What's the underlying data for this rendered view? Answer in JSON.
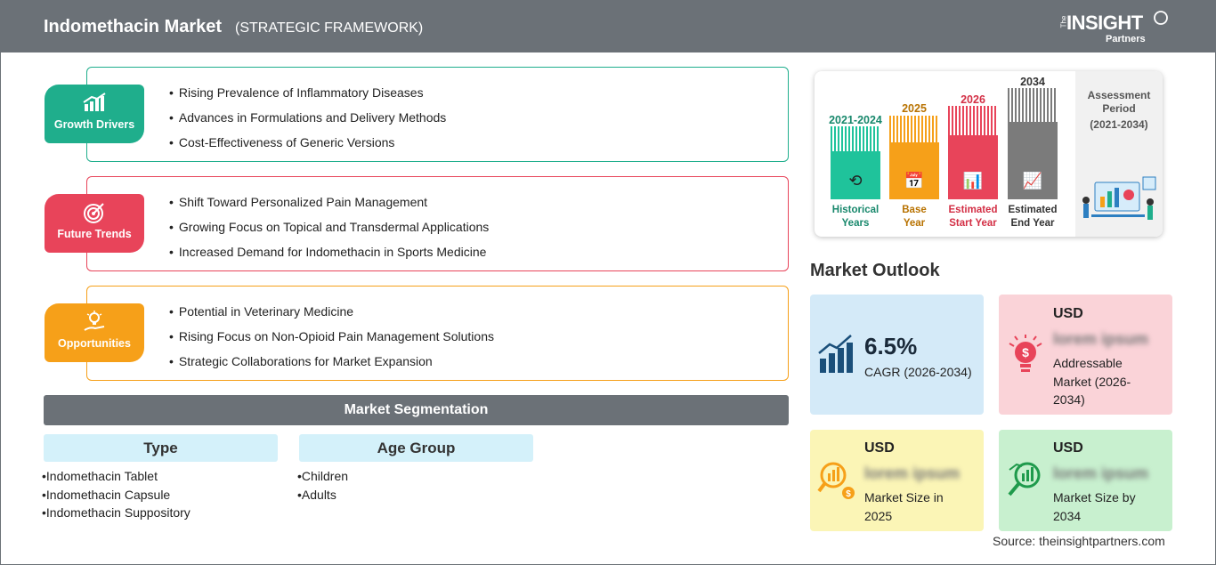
{
  "header": {
    "title": "Indomethacin Market",
    "subtitle": "(STRATEGIC FRAMEWORK)",
    "logo_the": "The",
    "logo_main": "INSIGHT",
    "logo_partners": "Partners"
  },
  "panels": [
    {
      "tag": "Growth Drivers",
      "icon": "growth-chart-icon",
      "color": "#1fae8c",
      "items": [
        "Rising Prevalence of Inflammatory Diseases",
        "Advances in Formulations and Delivery Methods",
        "Cost-Effectiveness of Generic Versions"
      ]
    },
    {
      "tag": "Future Trends",
      "icon": "target-icon",
      "color": "#e8445a",
      "items": [
        "Shift Toward Personalized Pain Management",
        "Growing Focus on Topical and Transdermal Applications",
        "Increased Demand for Indomethacin in Sports Medicine"
      ]
    },
    {
      "tag": "Opportunities",
      "icon": "lightbulb-hand-icon",
      "color": "#f6a019",
      "items": [
        "Potential in Veterinary Medicine",
        "Rising Focus on Non-Opioid Pain Management Solutions",
        "Strategic Collaborations for Market Expansion"
      ]
    }
  ],
  "segmentation": {
    "title": "Market Segmentation",
    "columns": [
      {
        "heading": "Type",
        "items": [
          "Indomethacin Tablet",
          "Indomethacin Capsule",
          "Indomethacin Suppository"
        ]
      },
      {
        "heading": "Age Group",
        "items": [
          "Children",
          "Adults"
        ]
      }
    ]
  },
  "timeline": {
    "bars": [
      {
        "year": "2021-2024",
        "caption_1": "Historical",
        "caption_2": "Years",
        "color": "#1fc39b",
        "year_color": "#18886c",
        "icon": "history-icon"
      },
      {
        "year": "2025",
        "caption_1": "Base",
        "caption_2": "Year",
        "color": "#f6a019",
        "year_color": "#b87200",
        "icon": "calendar-icon"
      },
      {
        "year": "2026",
        "caption_1": "Estimated",
        "caption_2": "Start Year",
        "color": "#e8445a",
        "year_color": "#d32f45",
        "icon": "monitor-chart-icon"
      },
      {
        "year": "2034",
        "caption_1": "Estimated",
        "caption_2": "End Year",
        "color": "#7b7b7b",
        "year_color": "#333333",
        "icon": "presentation-icon"
      }
    ],
    "assessment_label_1": "Assessment",
    "assessment_label_2": "Period",
    "assessment_years": "(2021-2034)"
  },
  "outlook": {
    "title": "Market Outlook",
    "cagr_value": "6.5%",
    "cagr_label": "CAGR (2026-2034)",
    "cards": [
      {
        "usd": "USD",
        "value": "lorem ipsum",
        "label_1": "Addressable",
        "label_2": "Market (2026-",
        "label_3": "2034)"
      },
      {
        "usd": "USD",
        "value": "lorem ipsum",
        "label_1": "Market Size in",
        "label_2": "2025"
      },
      {
        "usd": "USD",
        "value": "lorem ipsum",
        "label_1": "Market Size by",
        "label_2": "2034"
      }
    ]
  },
  "source": "Source: theinsightpartners.com"
}
